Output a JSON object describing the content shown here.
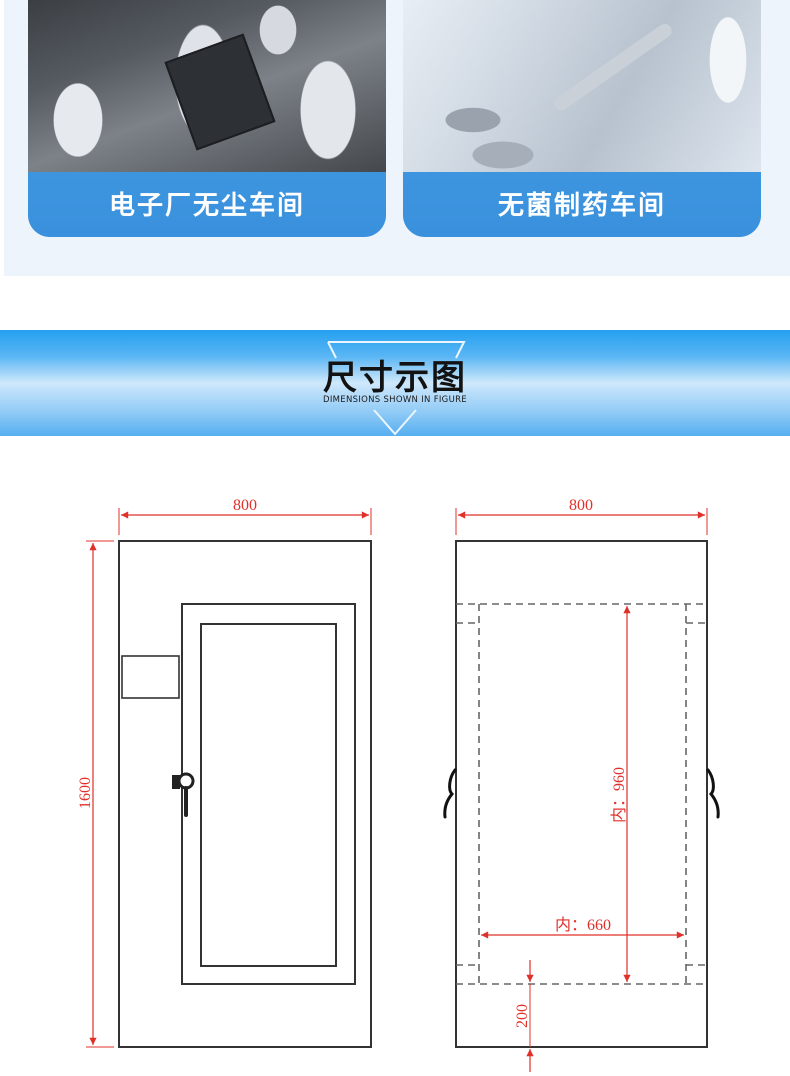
{
  "applications": {
    "cards": [
      {
        "label": "电子厂无尘车间",
        "image": "cleanroom-workers-photo"
      },
      {
        "label": "无菌制药车间",
        "image": "pharmaceutical-equipment-photo"
      }
    ],
    "card_color": "#3d95df",
    "section_background": "#eef4fb"
  },
  "banner": {
    "title": "尺寸示图",
    "subtitle": "DIMENSIONS SHOWN IN FIGURE",
    "gradient_top": "#25a0f0",
    "gradient_mid": "#cfe8fb"
  },
  "drawings": {
    "dimension_color": "#e0302a",
    "line_color": "#333333",
    "front_view": {
      "width_label": "800",
      "height_label": "1600"
    },
    "side_view": {
      "width_label": "800",
      "inner_height_label": "内：960",
      "inner_width_label": "内：660",
      "base_height_label": "200"
    }
  }
}
